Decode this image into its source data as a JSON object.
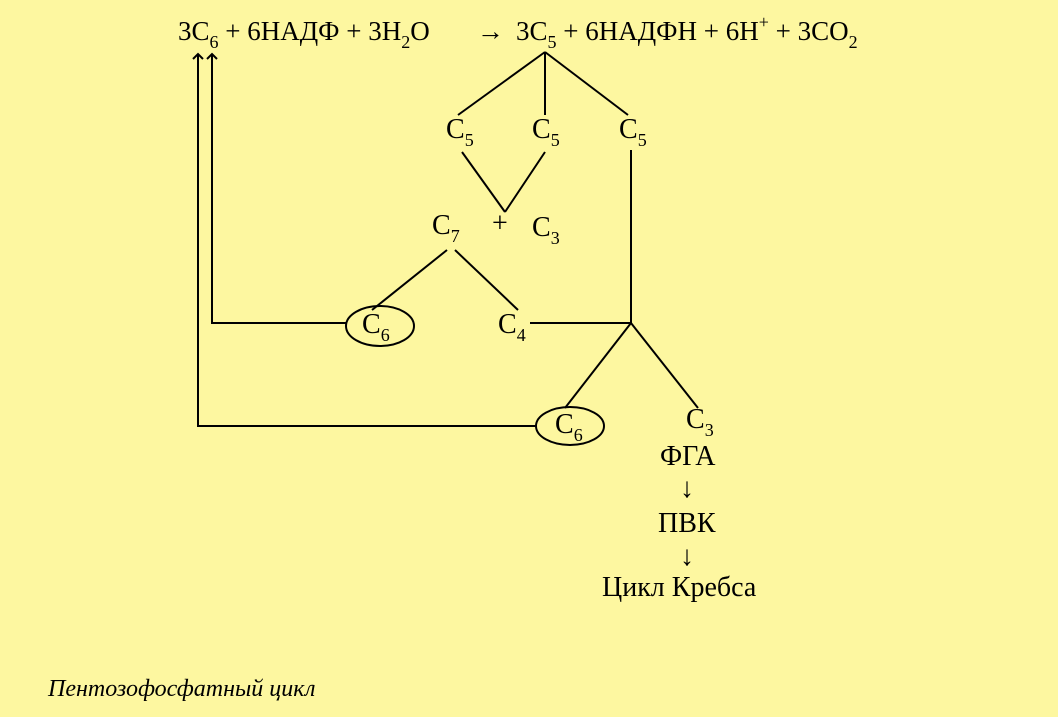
{
  "equation": {
    "left": {
      "c6_coef": "3C",
      "c6_sub": "6",
      "nadp": " + 6НАДФ + 3H",
      "h2o_sub": "2",
      "h2o_end": "O"
    },
    "arrow": "→",
    "right": {
      "c5_coef": "3C",
      "c5_sub": "5",
      "nadph": " + 6НАДФН + 6Н",
      "h_sup": "+",
      "co2": " + 3CO",
      "co2_sub": "2"
    }
  },
  "nodes": {
    "c5_left": {
      "main": "C",
      "sub": "5"
    },
    "c5_mid": {
      "main": "C",
      "sub": "5"
    },
    "c5_right": {
      "main": "C",
      "sub": "5"
    },
    "c7": {
      "main": "C",
      "sub": "7"
    },
    "plus": "+",
    "c3_top": {
      "main": "C",
      "sub": "3"
    },
    "c6_upper": {
      "main": "C",
      "sub": "6"
    },
    "c4": {
      "main": "C",
      "sub": "4"
    },
    "c6_lower": {
      "main": "C",
      "sub": "6"
    },
    "c3_bottom": {
      "main": "C",
      "sub": "3"
    }
  },
  "pathway": {
    "fga": "ФГА",
    "arrow1": "↓",
    "pvk": "ПВК",
    "arrow2": "↓",
    "krebs": "Цикл Кребса"
  },
  "caption": "Пентозофосфатный цикл"
}
